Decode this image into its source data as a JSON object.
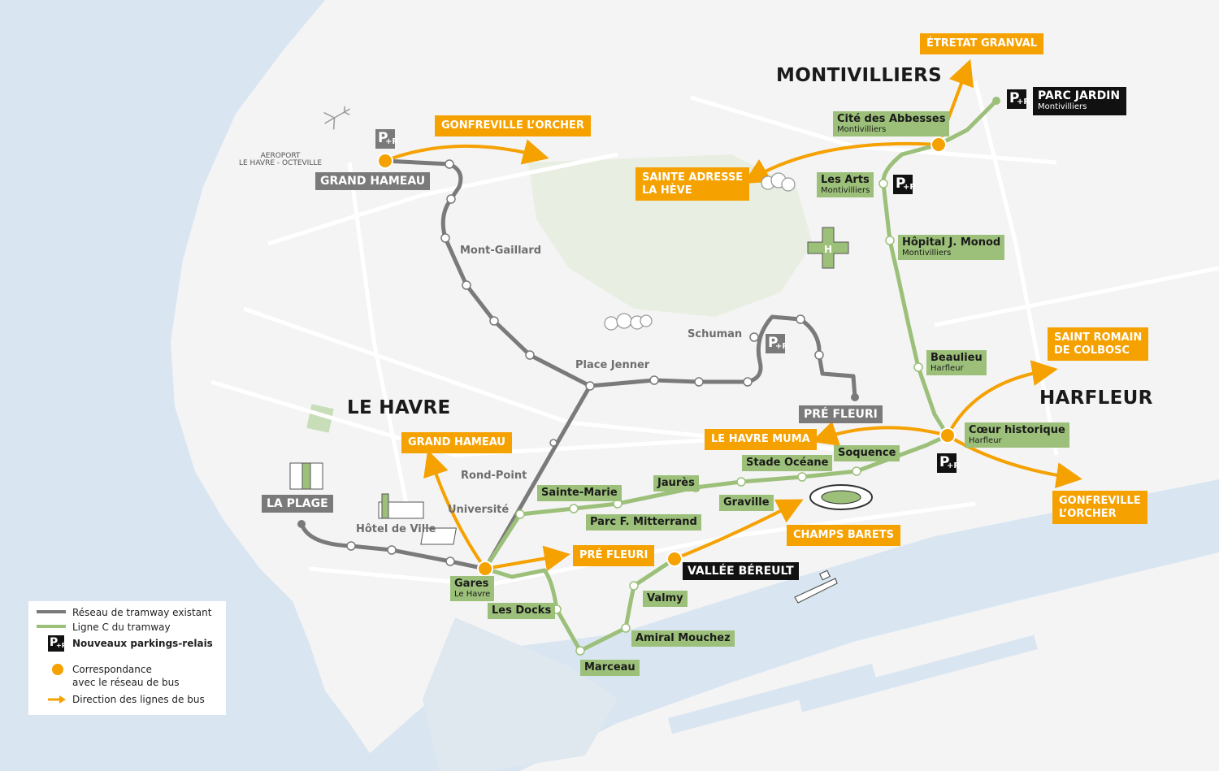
{
  "towns": {
    "montivilliers": "MONTIVILLIERS",
    "le_havre": "LE HAVRE",
    "harfleur": "HARFLEUR"
  },
  "airport": {
    "line1": "AEROPORT",
    "line2": "LE HAVRE - OCTEVILLE"
  },
  "existing_line": {
    "color": "#7a7a7a",
    "terminus": {
      "grand_hameau": "GRAND HAMEAU",
      "la_plage": "LA PLAGE",
      "pre_fleuri": "PRÉ FLEURI"
    },
    "stops": {
      "mont_gaillard": "Mont-Gaillard",
      "place_jenner": "Place Jenner",
      "schuman": "Schuman",
      "rond_point": "Rond-Point",
      "universite": "Université",
      "hotel_de_ville": "Hôtel de Ville"
    }
  },
  "line_c": {
    "color": "#9cc07a",
    "stops": {
      "cite_abbesses": {
        "name": "Cité des Abbesses",
        "sub": "Montivilliers"
      },
      "les_arts": {
        "name": "Les Arts",
        "sub": "Montivilliers"
      },
      "hopital": {
        "name": "Hôpital J. Monod",
        "sub": "Montivilliers"
      },
      "beaulieu": {
        "name": "Beaulieu",
        "sub": "Harfleur"
      },
      "coeur": {
        "name": "Cœur historique",
        "sub": "Harfleur"
      },
      "sequence": "Soquence",
      "stade": "Stade Océane",
      "jaures": "Jaurès",
      "graville": "Graville",
      "sainte_marie": "Sainte-Marie",
      "parc": "Parc F. Mitterrand",
      "gares": {
        "name": "Gares",
        "sub": "Le Havre"
      },
      "les_docks": "Les Docks",
      "marceau": "Marceau",
      "amiral": "Amiral Mouchez",
      "valmy": "Valmy"
    },
    "terminus": {
      "parc_jardin": {
        "name": "PARC JARDIN",
        "sub": "Montivilliers"
      },
      "vallee_bereult": "VALLÉE BÉREULT"
    }
  },
  "bus_directions": {
    "color": "#f5a100",
    "etretat": "ÉTRETAT GRANVAL",
    "gonfreville_top": "GONFREVILLE L’ORCHER",
    "sainte_adresse": [
      "SAINTE ADRESSE",
      "LA HÈVE"
    ],
    "saint_romain": [
      "SAINT ROMAIN",
      "DE COLBOSC"
    ],
    "le_havre_muma": "LE HAVRE MUMA",
    "gonfreville_bottom": [
      "GONFREVILLE",
      "L’ORCHER"
    ],
    "grand_hameau": "GRAND HAMEAU",
    "pre_fleuri": "PRÉ FLEURI",
    "champs_barets": "CHAMPS BARETS"
  },
  "park_ride_icon": {
    "letter": "P",
    "plus": "+R"
  },
  "legend": {
    "existing": "Réseau de tramway existant",
    "line_c": "Ligne C du tramway",
    "parkings": "Nouveaux parkings-relais",
    "correspondance_1": "Correspondance",
    "correspondance_2": "avec le réseau de bus",
    "direction": "Direction des lignes de bus"
  },
  "colors": {
    "sea": "#d9e6f2",
    "land": "#f4f4f4",
    "green_area": "#e3ecdc",
    "orange": "#f5a100",
    "grey_line": "#7a7a7a",
    "green_line": "#9cc07a",
    "black": "#111111"
  }
}
